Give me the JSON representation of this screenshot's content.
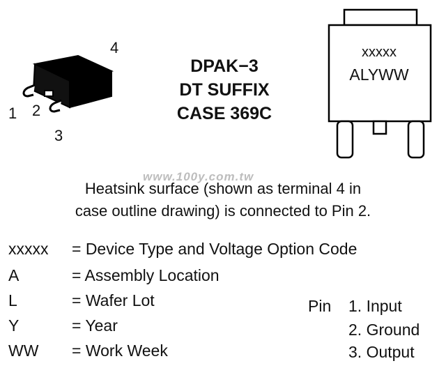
{
  "package": {
    "terminals": [
      "4",
      "1",
      "2",
      "3"
    ]
  },
  "case": {
    "line1": "DPAK−3",
    "line2": "DT SUFFIX",
    "line3": "CASE 369C"
  },
  "marking": {
    "line1": "xxxxx",
    "line2": "ALYWW"
  },
  "watermark": "www.100y.com.tw",
  "note": {
    "line1": "Heatsink surface (shown as terminal 4 in",
    "line2": "case outline drawing) is connected to Pin 2."
  },
  "legend": [
    {
      "code": "xxxxx",
      "desc": "= Device Type and Voltage Option Code"
    },
    {
      "code": "A",
      "desc": "= Assembly Location"
    },
    {
      "code": "L",
      "desc": "= Wafer Lot"
    },
    {
      "code": "Y",
      "desc": "= Year"
    },
    {
      "code": "WW",
      "desc": "= Work Week"
    }
  ],
  "pins": {
    "title": "Pin",
    "items": [
      "1. Input",
      "2. Ground",
      "3. Output"
    ]
  }
}
